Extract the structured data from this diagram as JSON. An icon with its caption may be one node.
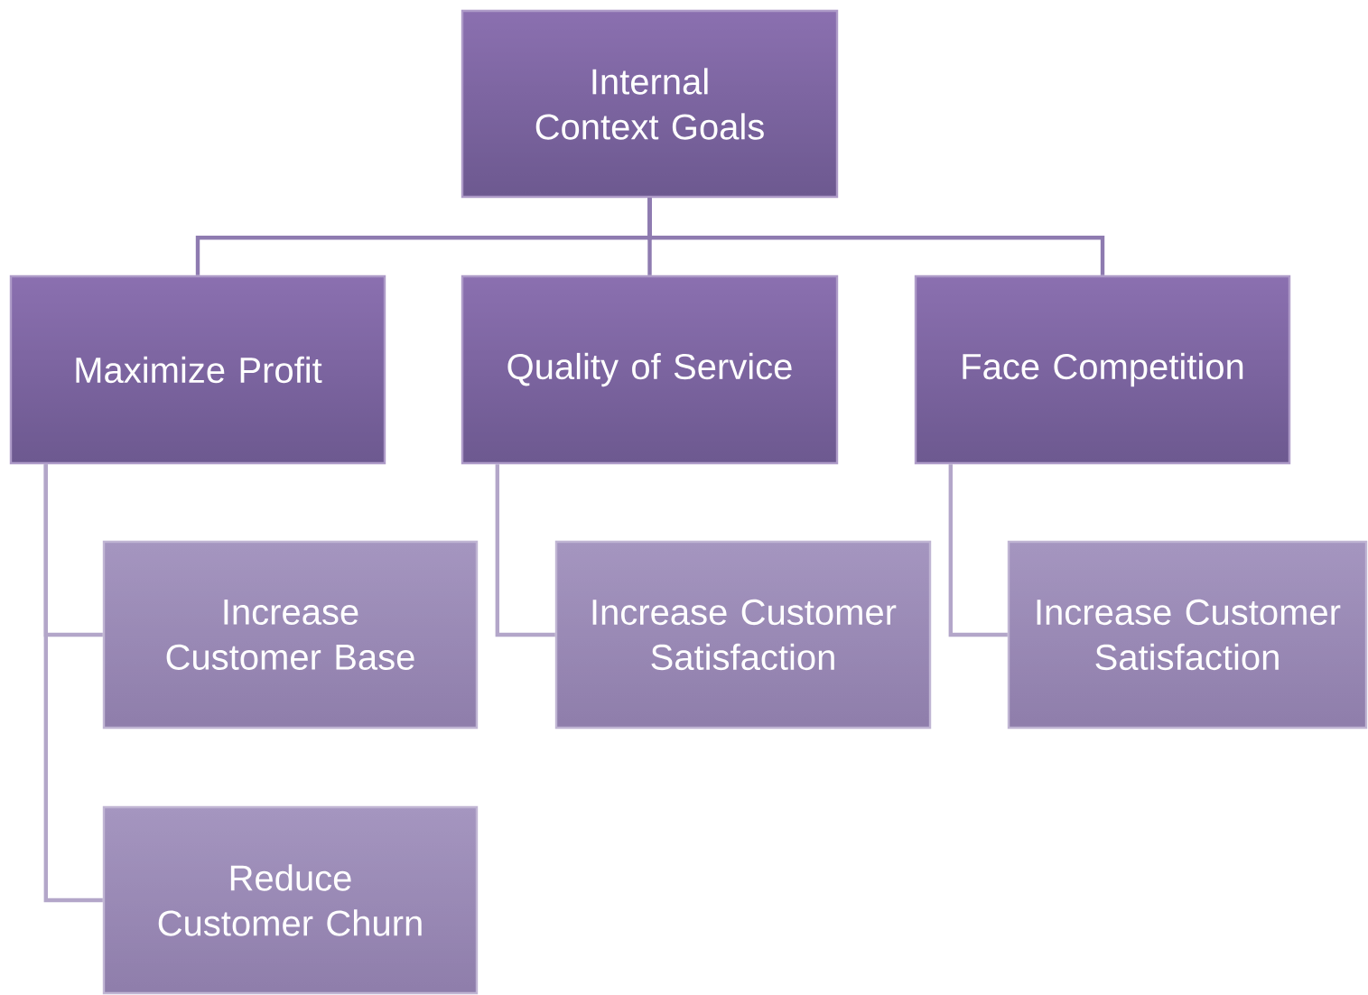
{
  "diagram": {
    "nodes": [
      {
        "text": [
          "Internal Context Goals"
        ]
      },
      {
        "text": [
          "Maximize Profit"
        ]
      },
      {
        "text": [
          "Quality of Service"
        ]
      },
      {
        "text": [
          "Face Competition"
        ]
      },
      {
        "text": [
          "Increase Customer Base"
        ]
      },
      {
        "text": [
          "Reduce Customer Churn"
        ]
      },
      {
        "text": [
          "Increase Customer Satisfaction"
        ]
      },
      {
        "text": [
          "Increase Customer Satisfaction"
        ]
      }
    ],
    "edges": [
      {
        "from": 0,
        "to": 1,
        "arrow": "none"
      },
      {
        "from": 0,
        "to": 2,
        "arrow": "none"
      },
      {
        "from": 0,
        "to": 3,
        "arrow": "none"
      },
      {
        "from": 1,
        "to": 4,
        "arrow": "none",
        "color": "#b3a6c9"
      },
      {
        "from": 1,
        "to": 5,
        "arrow": "none",
        "color": "#b3a6c9"
      },
      {
        "from": 2,
        "to": 6,
        "arrow": "none",
        "color": "#b3a6c9"
      },
      {
        "from": 3,
        "to": 7,
        "arrow": "none",
        "color": "#b3a6c9"
      }
    ]
  }
}
